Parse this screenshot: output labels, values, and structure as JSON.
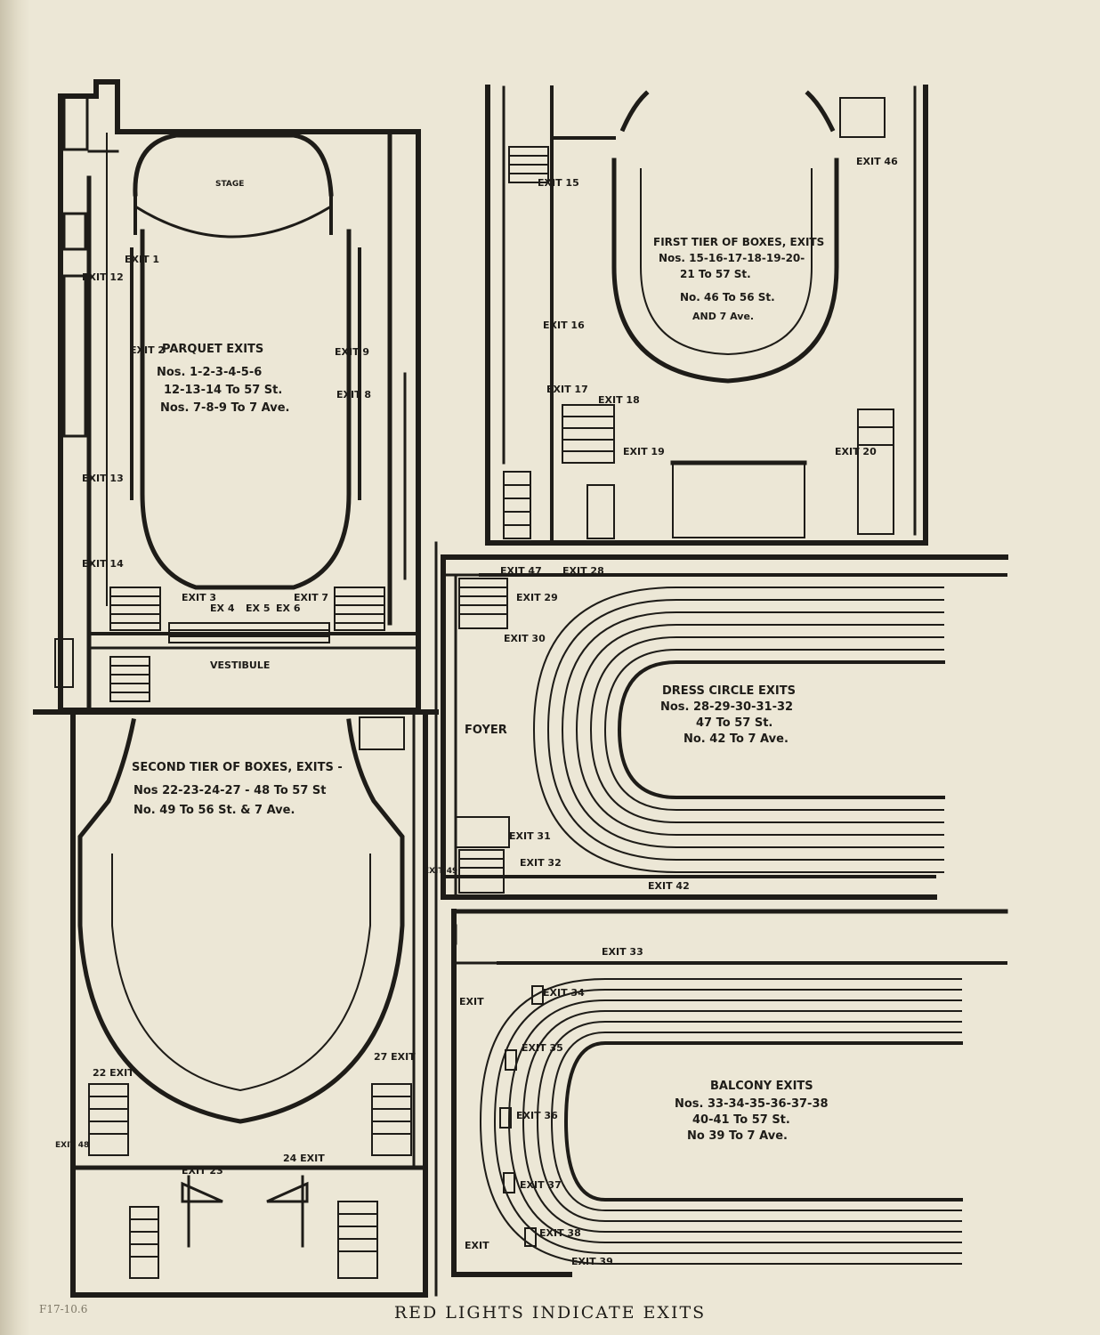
{
  "caption": "RED LIGHTS INDICATE EXITS",
  "margin_note": "F17-10.6",
  "colors": {
    "paper": "#ece7d6",
    "ink": "#1e1c18"
  },
  "parquet": {
    "stage": "STAGE",
    "title": "PARQUET EXITS",
    "line1": "Nos. 1-2-3-4-5-6",
    "line2": "12-13-14 To 57 St.",
    "line3": "Nos. 7-8-9 To 7 Ave.",
    "vestibule": "VESTIBULE",
    "exits": [
      "EXIT 1",
      "EXIT 2",
      "EXIT 9",
      "EXIT 8",
      "EXIT 12",
      "EXIT 13",
      "EXIT 14",
      "EXIT 3",
      "EX 4",
      "EX 5",
      "EX 6",
      "EXIT 7"
    ]
  },
  "first_tier": {
    "title": "FIRST TIER OF BOXES, EXITS",
    "line1": "Nos. 15-16-17-18-19-20-",
    "line2": "21 To 57 St.",
    "line3": "No. 46 To 56 St.",
    "line4": "AND 7 Ave.",
    "exits": [
      "EXIT 15",
      "EXIT 16",
      "EXIT 17",
      "EXIT 18",
      "EXIT 19",
      "EXIT 20",
      "EXIT 46"
    ]
  },
  "second_tier": {
    "title": "SECOND TIER OF BOXES, EXITS -",
    "line1": "Nos 22-23-24-27 - 48 To 57 St",
    "line2": "No. 49 To 56 St. & 7 Ave.",
    "exits": [
      "22 EXIT",
      "27 EXIT",
      "EXIT 23",
      "24 EXIT",
      "EXIT 49",
      "EXIT 48"
    ]
  },
  "dress_circle": {
    "foyer": "FOYER",
    "title": "DRESS CIRCLE EXITS",
    "line1": "Nos. 28-29-30-31-32",
    "line2": "47 To 57 St.",
    "line3": "No. 42 To 7 Ave.",
    "exits": [
      "EXIT 47",
      "EXIT 28",
      "EXIT 29",
      "EXIT 30",
      "EXIT 31",
      "EXIT 32",
      "EXIT 42"
    ]
  },
  "balcony": {
    "title": "BALCONY EXITS",
    "line1": "Nos. 33-34-35-36-37-38",
    "line2": "40-41 To 57 St.",
    "line3": "No 39 To 7 Ave.",
    "exits": [
      "EXIT 33",
      "EXIT",
      "EXIT 34",
      "EXIT 35",
      "EXIT 36",
      "EXIT 37",
      "EXIT 38",
      "EXIT 39",
      "EXIT"
    ]
  }
}
